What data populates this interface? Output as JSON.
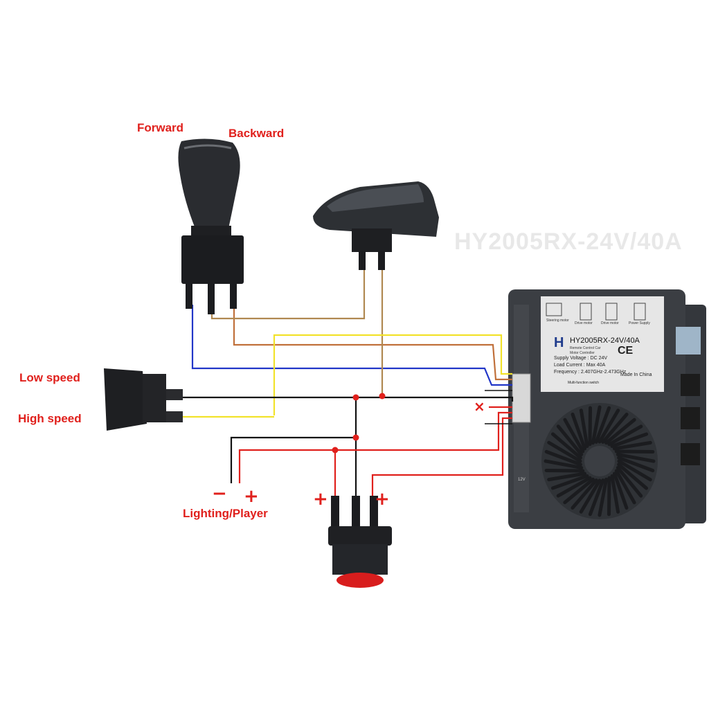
{
  "labels": {
    "forward": "Forward",
    "backward": "Backward",
    "low_speed": "Low speed",
    "high_speed": "High speed",
    "lighting_player": "Lighting/Player",
    "minus": "−",
    "plus": "+",
    "cross": "×"
  },
  "controller": {
    "model": "HY2005RX-24V/40A",
    "subtitle_1": "Remote Control Car",
    "subtitle_2": "Motor Controller",
    "supply_voltage": "Supply Voltage : DC 24V",
    "load_current": "Load Current : Max 40A",
    "frequency": "Frequency : 2.407GHz-2.473GHz",
    "made_in": "Made In China",
    "multi_function": "Multi-function switch",
    "icon_labels": [
      "Steering motor",
      "Drive motor",
      "Drive motor",
      "Power Supply"
    ],
    "ce_mark": "CE",
    "side_label": "12V"
  },
  "watermark_text": "HY2005RX-24V/40A",
  "colors": {
    "label_red": "#e0201c",
    "wire_blue": "#2236c8",
    "wire_orange": "#c0703a",
    "wire_brown": "#b08850",
    "wire_yellow": "#f2e22a",
    "wire_black": "#111111",
    "wire_red": "#e0201c",
    "device_body": "#3a3d42"
  }
}
